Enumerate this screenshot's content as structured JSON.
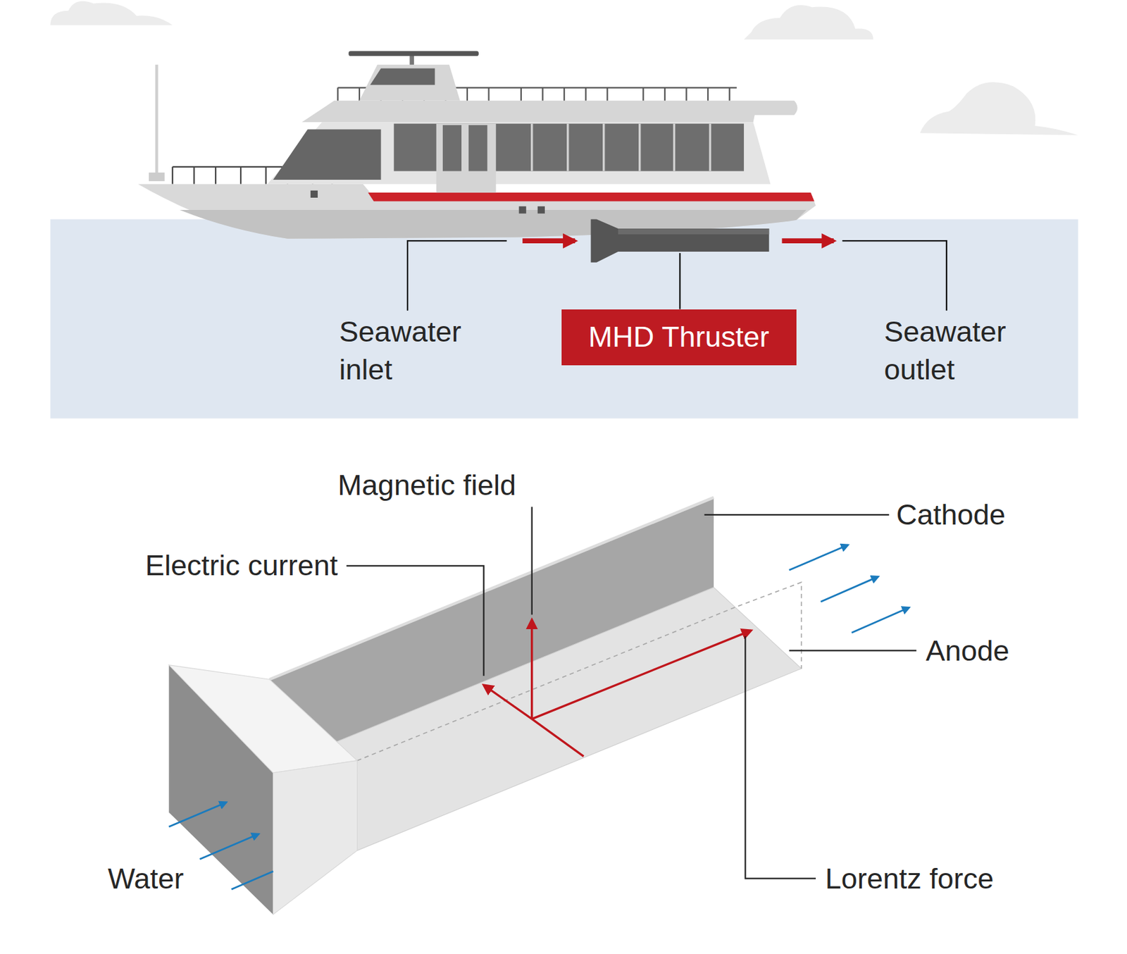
{
  "diagram": {
    "nodes": [
      {
        "text": [
          "MHD Thruster"
        ]
      }
    ],
    "labels": [
      "Seawater inlet",
      "Seawater outlet",
      "Magnetic field",
      "Cathode",
      "Electric current",
      "Anode",
      "Water",
      "Lorentz force"
    ]
  }
}
